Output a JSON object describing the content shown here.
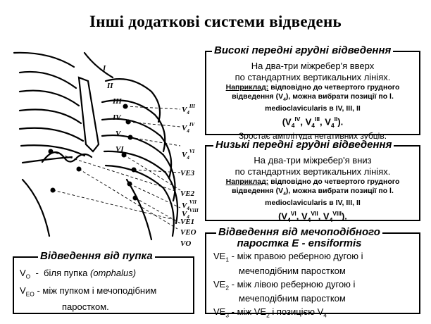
{
  "title": "Інші додаткові системи відведень",
  "diagram": {
    "rib_labels": [
      "I",
      "II",
      "III",
      "IV",
      "V",
      "VI"
    ],
    "lead_labels": {
      "v4_3_base": "V",
      "v4_3_sub": "4",
      "v4_3_sup": "III",
      "v4_4_base": "V",
      "v4_4_sub": "4",
      "v4_4_sup": "IV",
      "v4_6_base": "V",
      "v4_6_sub": "4",
      "v4_6_sup": "VI",
      "v4_7_base": "V",
      "v4_7_sub": "4",
      "v4_7_sup": "VII",
      "v4_8_base": "V",
      "v4_8_sub": "4",
      "v4_8_sup": "VIII",
      "ve3": "VE3",
      "ve2": "VE2",
      "ve1": "VE1",
      "veo": "VEO",
      "vo": "VO"
    }
  },
  "high_box": {
    "title": "Високі передні грудні відведення",
    "line1": "На два-три міжребер'я вверх",
    "line2": "по стандартних вертикальних лініях.",
    "example_label": "Наприклад:",
    "example_1": " відповідно до четвертого грудного",
    "example_2a": "відведення (V",
    "example_2sub": "4",
    "example_2b": "), можна вибрати позиції по l.",
    "example_3": "medioclavicularis в IV, III, II",
    "formula": {
      "open": "(V",
      "s1": "4",
      "p1": "IV",
      "sep1": ", V",
      "s2": "4",
      "p2": "III",
      "sep2": ", V",
      "s3": "4",
      "p3": "II",
      "close": ")."
    },
    "note": "Зростає амплітуда негативних зубців."
  },
  "low_box": {
    "title": "Низькі передні грудні відведення",
    "line1": "На два-три міжребер'я вниз",
    "line2": "по стандартних вертикальних лініях.",
    "example_label": "Наприклад:",
    "example_1": " відповідно до четвертого грудного",
    "example_2a": "відведення (V",
    "example_2sub": "4",
    "example_2b": "), можна вибрати позиції по l.",
    "example_3": "medioclavicularis в IV, III, II",
    "formula": {
      "open": "(V",
      "s1": "4",
      "p1": "VI",
      "sep1": ", V",
      "s2": "4",
      "p2": "VII",
      "sep2": ", V",
      "s3": "4",
      "p3": "VIII",
      "close": ")."
    }
  },
  "navel_box": {
    "title": "Відведення від пупка",
    "row1_base": "V",
    "row1_sub": "O",
    "row1_text": "  -  біля пупка ",
    "row1_italic": "(omphalus)",
    "row2_base": "V",
    "row2_sub": "EO",
    "row2_text": " - між пупком і мечоподібним",
    "row2_cont": "паростком."
  },
  "xiphoid_box": {
    "title_line1": "Відведення від мечоподібного",
    "title_line2": "паростка Е - ensiformis",
    "r1_base": "VE",
    "r1_sub": "1",
    "r1_text": " - між правою реберною дугою і",
    "r1_cont": "мечеподібним паростком",
    "r2_base": "VE",
    "r2_sub": "2",
    "r2_text": " - між лівою реберною дугою і",
    "r2_cont": "мечеподібним паростком",
    "r3_base": "VE",
    "r3_sub": "3",
    "r3_text": " - між VE",
    "r3_sub2": "2",
    "r3_text2": " і позицією V",
    "r3_sub3": "4"
  }
}
